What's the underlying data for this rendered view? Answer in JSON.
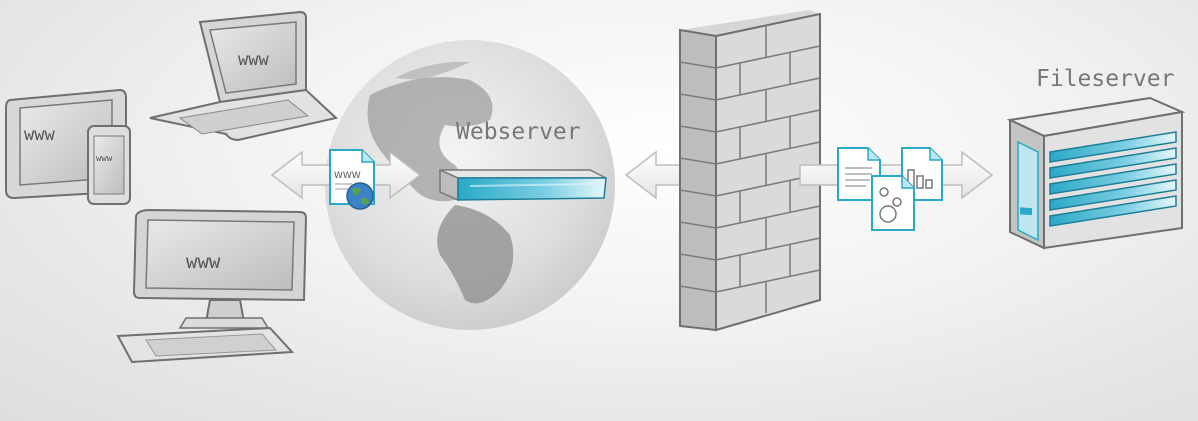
{
  "labels": {
    "webserver": "Webserver",
    "fileserver": "Fileserver",
    "www": "www",
    "www_doc": "WWW"
  },
  "colors": {
    "accent": "#29a9c7",
    "accent_light": "#bfe6f0",
    "device_gray": "#d4d4d4",
    "outline": "#6f6f6f",
    "globe_land": "#8c8c8c"
  },
  "icons": [
    "tablet-icon",
    "phone-icon",
    "laptop-icon",
    "desktop-monitor-icon",
    "web-document-icon",
    "globe-icon",
    "webserver-icon",
    "firewall-icon",
    "text-document-icon",
    "image-document-icon",
    "chart-document-icon",
    "fileserver-icon"
  ]
}
